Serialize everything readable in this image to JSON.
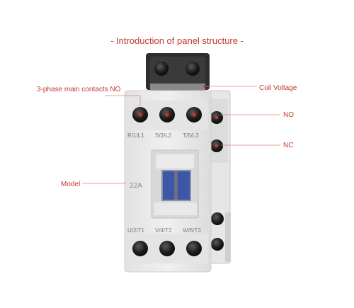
{
  "title": "- Introduction of panel structure -",
  "labels": {
    "main_contacts": "3-phase main contacts NO",
    "coil_voltage": "Coil Voltage",
    "no": "NO",
    "nc": "NC",
    "model": "Model"
  },
  "device": {
    "rating": "22A",
    "top_terminals": [
      "R/1/L1",
      "S/3/L2",
      "T/5/L3"
    ],
    "bottom_terminals": [
      "U/2/T1",
      "V/4/T2",
      "W/6/T3"
    ]
  },
  "colors": {
    "annotation": "#c0392b",
    "leader_line": "#d98880",
    "housing": "#ededed",
    "plunger": "#3d57a6"
  }
}
